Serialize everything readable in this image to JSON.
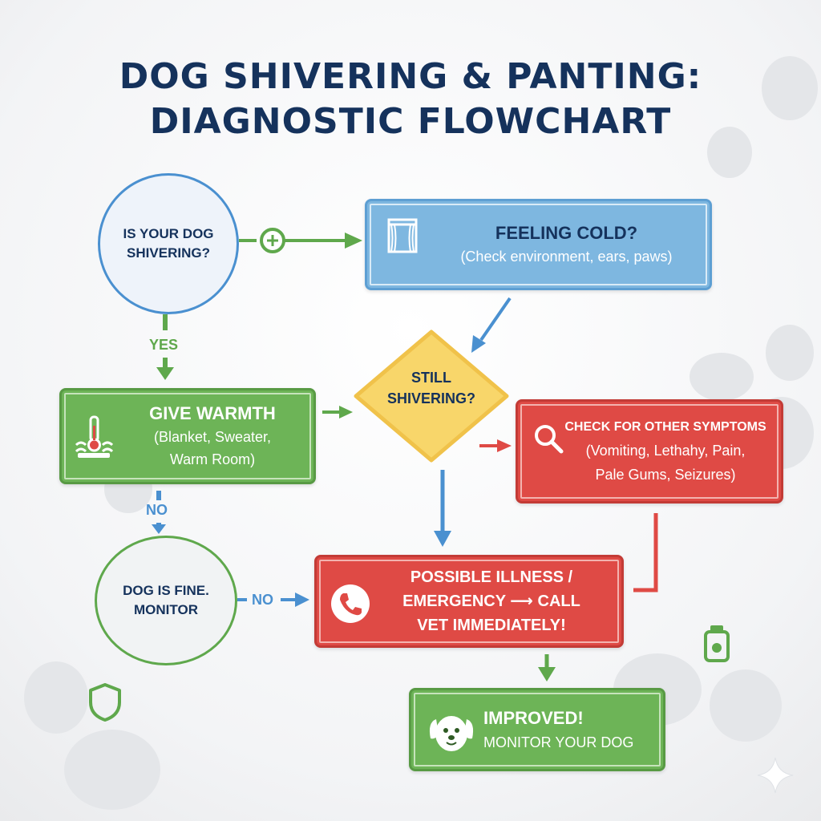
{
  "title": {
    "line1": "DOG SHIVERING & PANTING:",
    "line2": "DIAGNOSTIC FLOWCHART"
  },
  "nodes": {
    "start": {
      "line1": "IS YOUR DOG",
      "line2": "SHIVERING?"
    },
    "feeling_cold": {
      "title": "FEELING COLD?",
      "detail": "(Check environment, ears, paws)"
    },
    "give_warmth": {
      "title": "GIVE WARMTH",
      "detail1": "(Blanket, Sweater,",
      "detail2": "Warm Room)"
    },
    "still_shivering": {
      "line1": "STILL",
      "line2": "SHIVERING?"
    },
    "other_symptoms": {
      "title": "CHECK FOR OTHER SYMPTOMS",
      "detail1": "(Vomiting, Lethahy, Pain,",
      "detail2": "Pale Gums, Seizures)"
    },
    "dog_fine": {
      "line1": "DOG IS FINE.",
      "line2": "MONITOR"
    },
    "emergency": {
      "line1": "POSSIBLE ILLNESS /",
      "line2": "EMERGENCY ⟶ CALL",
      "line3": "VET IMMEDIATELY!"
    },
    "improved": {
      "title": "IMPROVED!",
      "detail": "MONITOR YOUR DOG"
    }
  },
  "edge_labels": {
    "yes": "YES",
    "no_warmth": "NO",
    "no_fine": "NO"
  },
  "colors": {
    "navy": "#15325c",
    "blue": "#4a90d0",
    "green": "#5fa84c",
    "red": "#df4a45",
    "yellow": "#f8d66a"
  },
  "icons": [
    "curtain-icon",
    "thermometer-icon",
    "magnifier-icon",
    "phone-icon",
    "dog-face-icon",
    "shield-icon",
    "medicine-bottle-icon",
    "sparkle-icon",
    "paw-print-icon"
  ]
}
